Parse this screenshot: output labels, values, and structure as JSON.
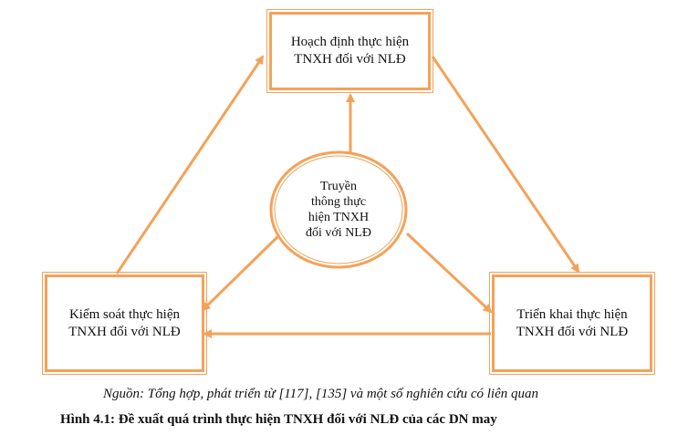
{
  "nodes": {
    "top": "Hoạch định thực hiện\nTNXH đối với NLĐ",
    "left": "Kiểm soát thực hiện\nTNXH đối với NLĐ",
    "right": "Triển khai thực hiện\nTNXH đối với NLĐ",
    "center": "Truyền\nthông thực\nhiện TNXH\nđối với NLĐ"
  },
  "source": "Nguồn: Tổng hợp, phát triển từ [117], [135] và một số nghiên cứu có liên quan",
  "caption": "Hình 4.1: Đề xuất quá trình thực hiện TNXH đối với NLĐ của các DN may",
  "colors": {
    "accent": "#f4a259"
  }
}
